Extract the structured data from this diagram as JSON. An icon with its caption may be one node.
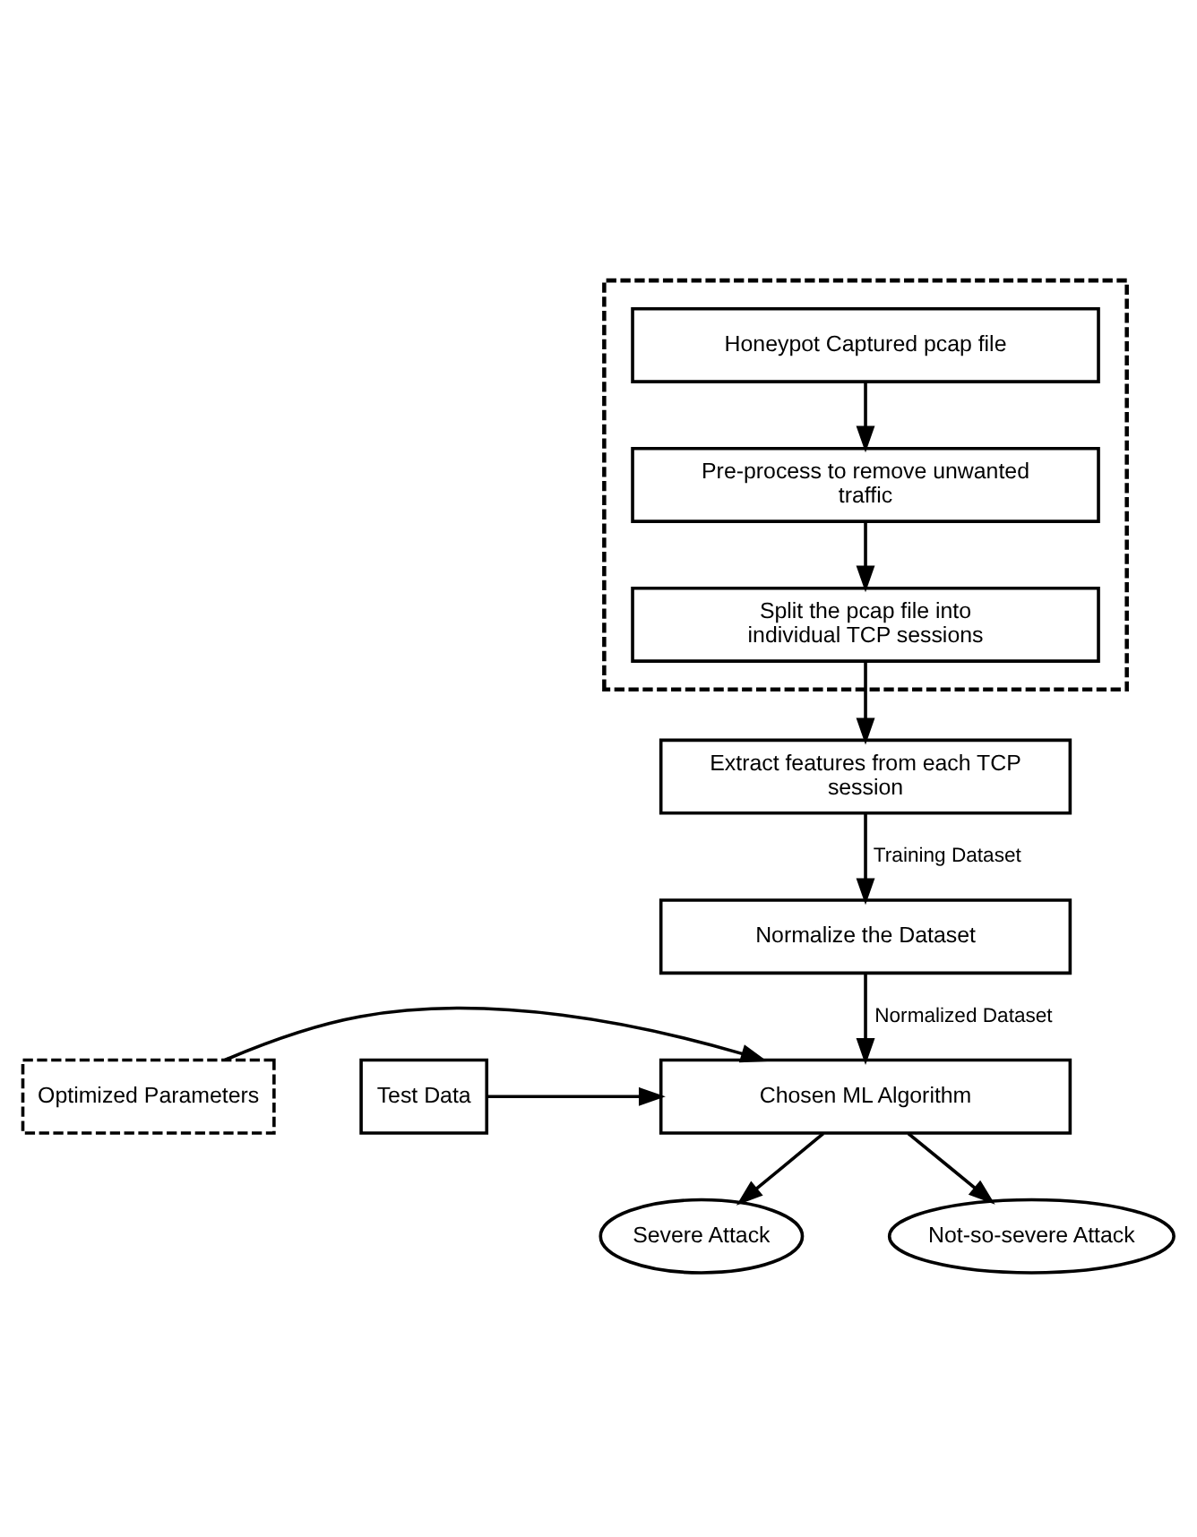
{
  "diagram": {
    "nodes": [
      {
        "text": [],
        "shape": "box"
      },
      {
        "text": [
          "Honeypot Captured pcap file"
        ],
        "in": 0
      },
      {
        "text": [
          "Pre-process to remove unwanted traffic"
        ],
        "in": 0
      },
      {
        "text": [
          "Split the pcap file into individual TCP sessions"
        ],
        "in": 0
      },
      {
        "text": [
          "Extract features from each TCP session"
        ]
      },
      {
        "text": [
          "Normalize the Dataset"
        ]
      },
      {
        "text": [
          "Optimized Parameters"
        ]
      },
      {
        "text": [
          "Chosen ML Algorithm"
        ]
      },
      {
        "text": [
          "Test Data"
        ]
      },
      {
        "text": [
          "Severe Attack"
        ]
      },
      {
        "text": [
          "Not-so-severe Attack"
        ]
      }
    ],
    "edges": [
      {
        "from": 1,
        "to": 2,
        "arrow": "to"
      },
      {
        "from": 2,
        "to": 3,
        "arrow": "to"
      },
      {
        "from": 3,
        "to": 4,
        "arrow": "to"
      },
      {
        "from": 4,
        "to": 5,
        "arrow": "to",
        "label": "Training Dataset"
      },
      {
        "from": 5,
        "to": 7,
        "arrow": "to",
        "label": "Normalized Dataset"
      },
      {
        "from": 6,
        "to": 7,
        "arrow": "to"
      },
      {
        "from": 8,
        "to": 7,
        "arrow": "to"
      },
      {
        "from": 7,
        "to": 9,
        "arrow": "to"
      },
      {
        "from": 7,
        "to": 10,
        "arrow": "to"
      }
    ]
  }
}
